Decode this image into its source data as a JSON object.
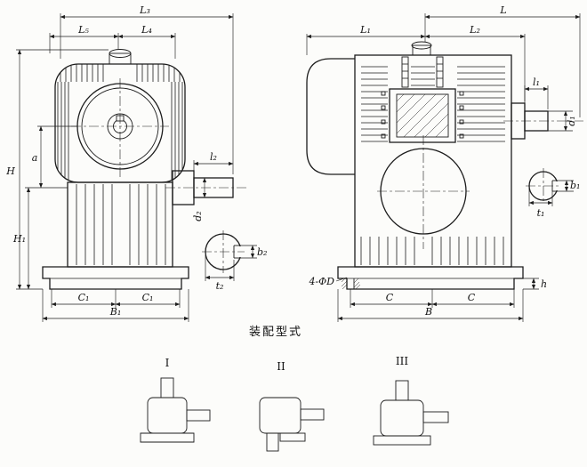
{
  "drawing": {
    "assembly_caption": "装配型式",
    "front": {
      "L3": "L₃",
      "L5": "L₅",
      "L4": "L₄",
      "H": "H",
      "a": "a",
      "H1": "H₁",
      "C1a": "C₁",
      "C1b": "C₁",
      "B1": "B₁",
      "l2": "l₂",
      "d2": "d₂",
      "b2": "b₂",
      "t2": "t₂"
    },
    "side": {
      "L": "L",
      "L1": "L₁",
      "L2": "L₂",
      "l1": "l₁",
      "d1": "d₁",
      "b1": "b₁",
      "t1": "t₁",
      "holes": "4-ΦD",
      "Ca": "C",
      "Cb": "C",
      "B": "B",
      "h": "h"
    },
    "types": [
      {
        "label": "I"
      },
      {
        "label": "II"
      },
      {
        "label": "III"
      }
    ]
  }
}
